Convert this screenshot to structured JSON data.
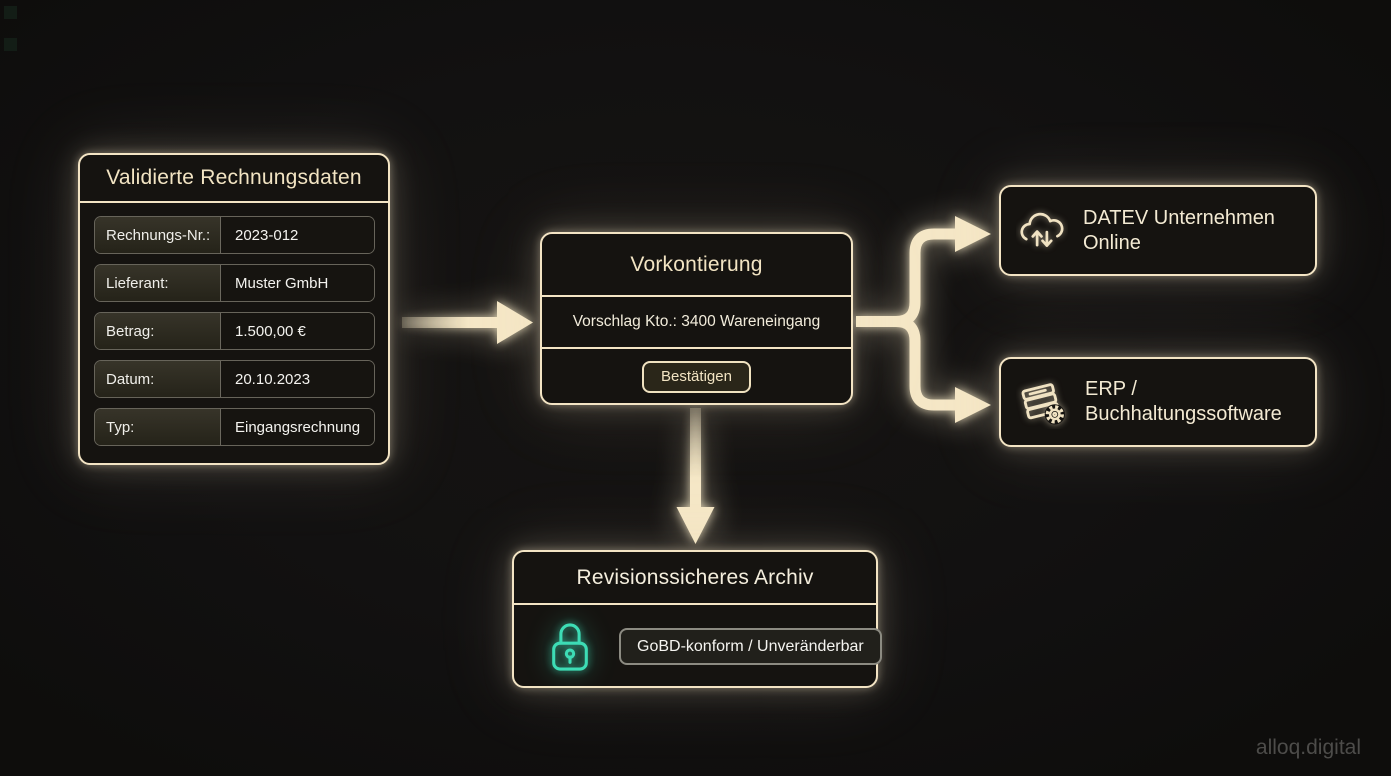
{
  "colors": {
    "background": "#121111",
    "accent_cream": "#f3e4c4",
    "teal_lock": "#3ddcb5",
    "value_text": "#f4f3ef",
    "watermark_gray": "#4d4c4a"
  },
  "invoice_card": {
    "title": "Validierte Rechnungsdaten",
    "rows": [
      {
        "label": "Rechnungs-Nr.:",
        "value": "2023-012"
      },
      {
        "label": "Lieferant:",
        "value": "Muster GmbH"
      },
      {
        "label": "Betrag:",
        "value": "1.500,00 €"
      },
      {
        "label": "Datum:",
        "value": "20.10.2023"
      },
      {
        "label": "Typ:",
        "value": "Eingangsrechnung"
      }
    ]
  },
  "vorkontierung_card": {
    "title": "Vorkontierung",
    "suggestion": "Vorschlag Kto.: 3400 Wareneingang",
    "confirm_label": "Bestätigen"
  },
  "targets": [
    {
      "icon": "cloud-sync-icon",
      "label": "DATEV Unternehmen Online"
    },
    {
      "icon": "stack-gear-icon",
      "label": "ERP / Buchhaltungssoftware"
    }
  ],
  "archive_card": {
    "title": "Revisionssicheres Archiv",
    "icon": "lock-icon",
    "badge": "GoBD-konform / Unveränderbar"
  },
  "watermark": "alloq.digital"
}
